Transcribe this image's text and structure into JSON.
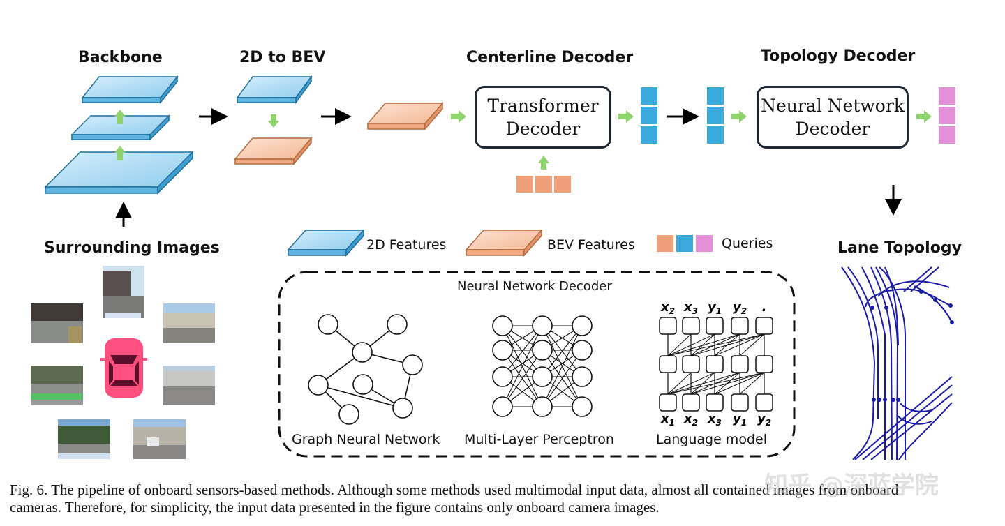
{
  "titles": {
    "backbone": "Backbone",
    "bev": "2D to BEV",
    "centerline": "Centerline Decoder",
    "topology": "Topology Decoder",
    "surrounding": "Surrounding Images",
    "lane_topology": "Lane Topology"
  },
  "boxes": {
    "transformer": [
      "Transformer",
      "Decoder"
    ],
    "neural": [
      "Neural Network",
      "Decoder"
    ]
  },
  "legend": {
    "features_2d": "2D Features",
    "features_bev": "BEV Features",
    "queries": "Queries"
  },
  "nn_panel": {
    "title": "Neural Network Decoder",
    "gnn": "Graph Neural Network",
    "mlp": "Multi-Layer Perceptron",
    "lm": "Language model",
    "lm_top_labels": [
      "x2",
      "x3",
      "y1",
      "y2",
      "."
    ],
    "lm_bottom_labels": [
      "x1",
      "x2",
      "x3",
      "y1",
      "y2"
    ]
  },
  "colors": {
    "blue_feature": "#a9d8f0",
    "orange_feature": "#f7c8a8",
    "query_orange": "#f0a078",
    "query_blue": "#3aa9dc",
    "query_pink": "#e38fd8",
    "green_arrow": "#8ed36b",
    "lane_blue": "#1a1aa8",
    "car_pink": "#ff4f7e"
  },
  "caption": {
    "line1": "Fig. 6.   The pipeline of onboard sensors-based methods. Although some methods used multimodal input data, almost all contained images from onboard",
    "line2": "cameras. Therefore, for simplicity, the input data presented in the figure contains only onboard camera images."
  },
  "watermark": "知乎 @深蓝学院"
}
